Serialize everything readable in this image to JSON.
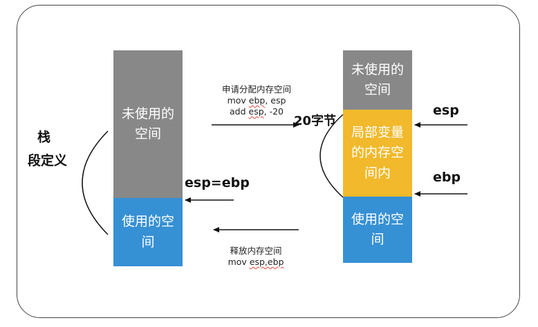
{
  "side_label": {
    "line1": "栈",
    "line2": "段定义"
  },
  "left_stack": {
    "unused": {
      "line1": "未使用的",
      "line2": "空间"
    },
    "used": {
      "line1": "使用的空",
      "line2": "间"
    },
    "pointer_label": "esp=ebp"
  },
  "right_stack": {
    "unused": {
      "line1": "未使用的",
      "line2": "空间"
    },
    "locals": {
      "line1": "局部变量",
      "line2": "的内存空",
      "line3": "间内"
    },
    "used": {
      "line1": "使用的空",
      "line2": "间"
    },
    "esp_label": "esp",
    "ebp_label": "ebp",
    "size_label": "20字节"
  },
  "allocate": {
    "line1": "申请分配内存空间",
    "line2_pre": "mov ",
    "line2_reg1": "ebp",
    "line2_sep": ", ",
    "line2_reg2": "esp",
    "line3_pre": "add ",
    "line3_reg": "esp",
    "line3_post": ", -20"
  },
  "release": {
    "line1": "释放内存空间",
    "line2_pre": "mov ",
    "line2_regs": "esp,ebp"
  },
  "colors": {
    "unused": "#888888",
    "used": "#3690d4",
    "locals": "#f1b92b"
  }
}
